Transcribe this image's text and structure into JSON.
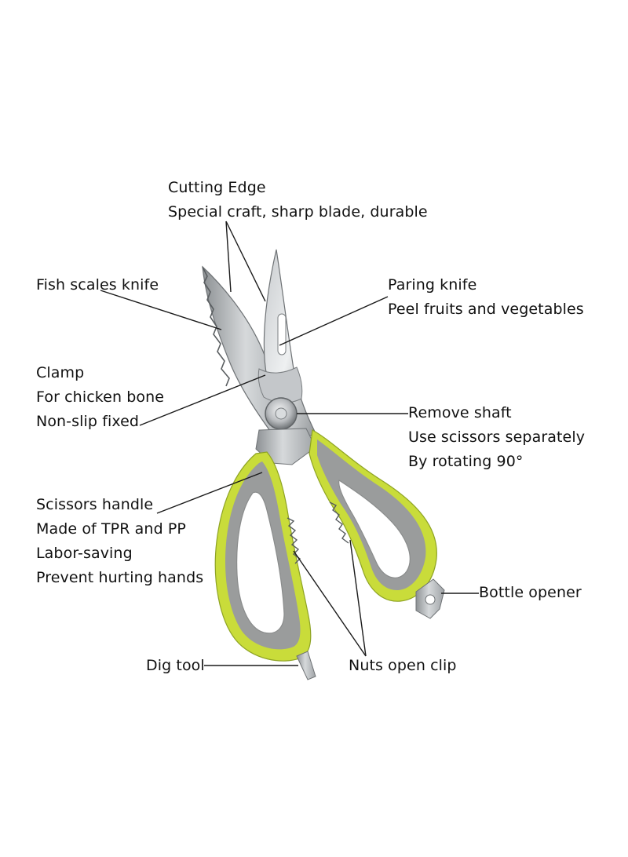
{
  "colors": {
    "background": "#ffffff",
    "text": "#111111",
    "leader_line": "#1a1a1a",
    "handle_lime": "#c9dc3a",
    "handle_grey": "#9a9c9c",
    "blade_steel": "#a9adb0"
  },
  "callouts": {
    "cutting_edge": {
      "title": "Cutting Edge",
      "desc": "Special craft, sharp blade, durable"
    },
    "fish_scales": {
      "title": "Fish scales knife"
    },
    "paring_knife": {
      "title": "Paring knife",
      "desc": "Peel fruits and vegetables"
    },
    "clamp": {
      "title": "Clamp",
      "line2": "For chicken bone",
      "line3": "Non-slip fixed"
    },
    "remove_shaft": {
      "title": "Remove shaft",
      "line2": "Use scissors separately",
      "line3": "By rotating 90°"
    },
    "handle": {
      "title": "Scissors handle",
      "line2": "Made of TPR and PP",
      "line3": "Labor-saving",
      "line4": "Prevent hurting hands"
    },
    "bottle_opener": {
      "title": "Bottle opener"
    },
    "dig_tool": {
      "title": "Dig tool"
    },
    "nuts_clip": {
      "title": "Nuts open clip"
    }
  }
}
